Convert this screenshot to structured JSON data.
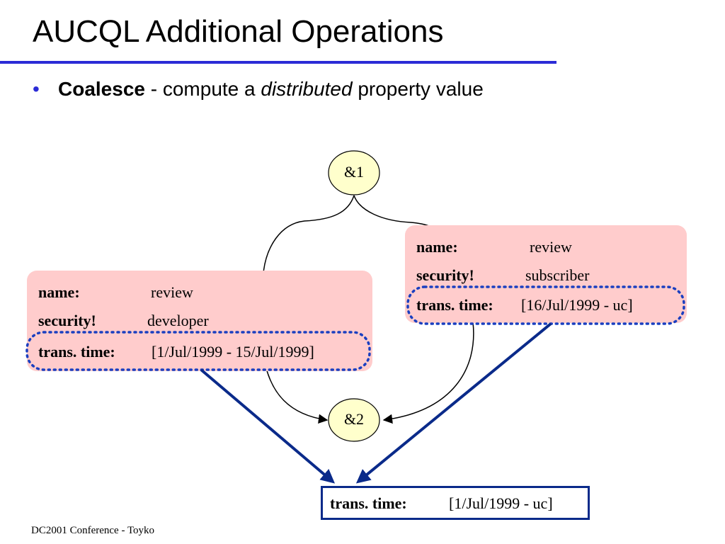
{
  "slide": {
    "title": "AUCQL Additional Operations",
    "footer": "DC2001 Conference - Toyko",
    "bullet": {
      "marker": "•",
      "bold": "Coalesce",
      "text1": " - compute a ",
      "italic": "distributed",
      "text2": " property value"
    }
  },
  "diagram": {
    "node1": "&1",
    "node2": "&2",
    "left_card": {
      "name_key": "name:",
      "name_val": "review",
      "security_key": "security!",
      "security_val": "developer",
      "time_key": "trans. time:",
      "time_val": "[1/Jul/1999 - 15/Jul/1999]"
    },
    "right_card": {
      "name_key": "name:",
      "name_val": "review",
      "security_key": "security!",
      "security_val": "subscriber",
      "time_key": "trans. time:",
      "time_val": "[16/Jul/1999 - uc]"
    },
    "result": {
      "time_key": "trans. time:",
      "time_val": "[1/Jul/1999 - uc]"
    }
  },
  "colors": {
    "title_rule": "#2b2bd6",
    "card_fill": "#ffcccc",
    "node_fill": "#ffffcc",
    "arrow_blue": "#0a2a8a"
  }
}
